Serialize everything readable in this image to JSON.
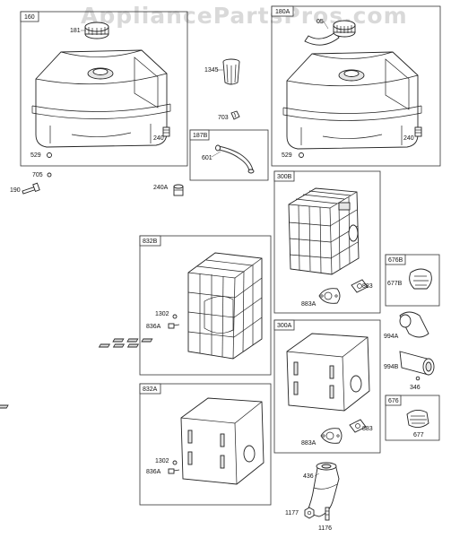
{
  "watermark": "AppliancePartsPros.com",
  "boxes": {
    "b160": "160",
    "b180a": "180A",
    "b187b": "187B",
    "b300b": "300B",
    "b832b": "832B",
    "b676b": "676B",
    "b300a": "300A",
    "b832a": "832A",
    "b676": "676"
  },
  "labels": {
    "l181": "181",
    "l240_left": "240",
    "l529_left": "529",
    "l705": "705",
    "l190": "190",
    "l1345": "1345",
    "l703": "703",
    "l601": "601",
    "l240a": "240A",
    "l05": "05",
    "l240_right": "240",
    "l529_right": "529",
    "l883_top": "883",
    "l883a_top": "883A",
    "l1302_top": "1302",
    "l836a_top": "836A",
    "l677b": "677B",
    "l994a": "994A",
    "l994b": "994B",
    "l346": "346",
    "l883_bot": "883",
    "l883a_bot": "883A",
    "l677": "677",
    "l1302_bot": "1302",
    "l836a_bot": "836A",
    "l436": "436",
    "l1177": "1177",
    "l1176": "1176"
  }
}
